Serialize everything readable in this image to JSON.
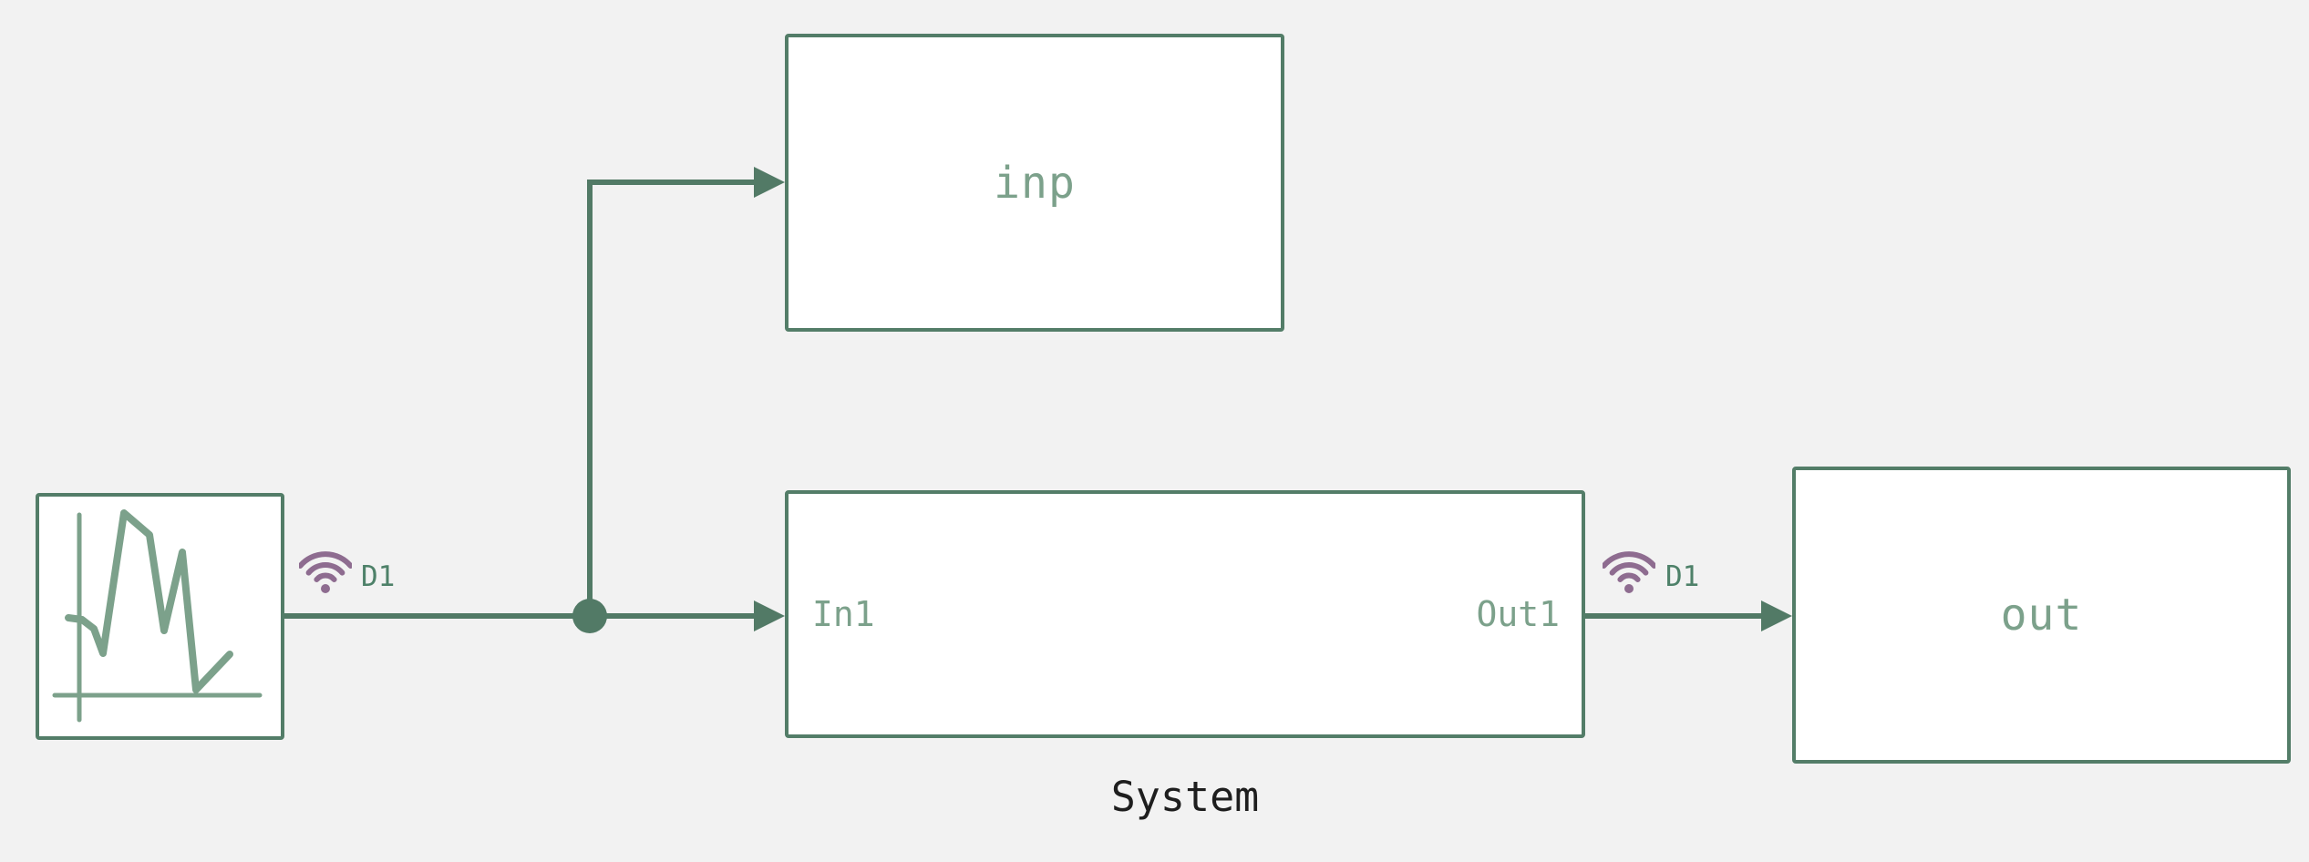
{
  "colors": {
    "background": "#f2f2f2",
    "block_fill": "#ffffff",
    "border_green": "#537d68",
    "line_green": "#527a66",
    "label_green": "#7ca18b",
    "tag_green": "#4e8169",
    "title_dark": "#1e1e1e",
    "wifi_purple": "#8e6c90"
  },
  "blocks": {
    "source": {
      "icon": "signal-waveform-icon"
    },
    "inp": {
      "label": "inp"
    },
    "system": {
      "name": "System",
      "inport": "In1",
      "outport": "Out1"
    },
    "out": {
      "label": "out"
    }
  },
  "tags": [
    {
      "label": "D1",
      "icon": "wifi-icon"
    },
    {
      "label": "D1",
      "icon": "wifi-icon"
    }
  ]
}
